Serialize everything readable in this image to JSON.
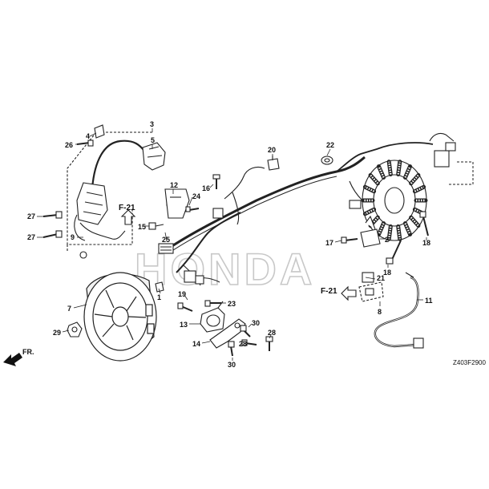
{
  "diagram": {
    "drawing_code": "Z403F2900",
    "front_label": "FR.",
    "watermark": "HONDA",
    "references": [
      "F-21",
      "F-21"
    ],
    "callouts": [
      "1",
      "2",
      "3",
      "4",
      "5",
      "6",
      "7",
      "8",
      "9",
      "11",
      "12",
      "13",
      "14",
      "15",
      "16",
      "17",
      "18",
      "18",
      "19",
      "20",
      "21",
      "22",
      "23",
      "24",
      "25",
      "26",
      "27",
      "27",
      "28",
      "28",
      "29",
      "30",
      "30"
    ]
  }
}
